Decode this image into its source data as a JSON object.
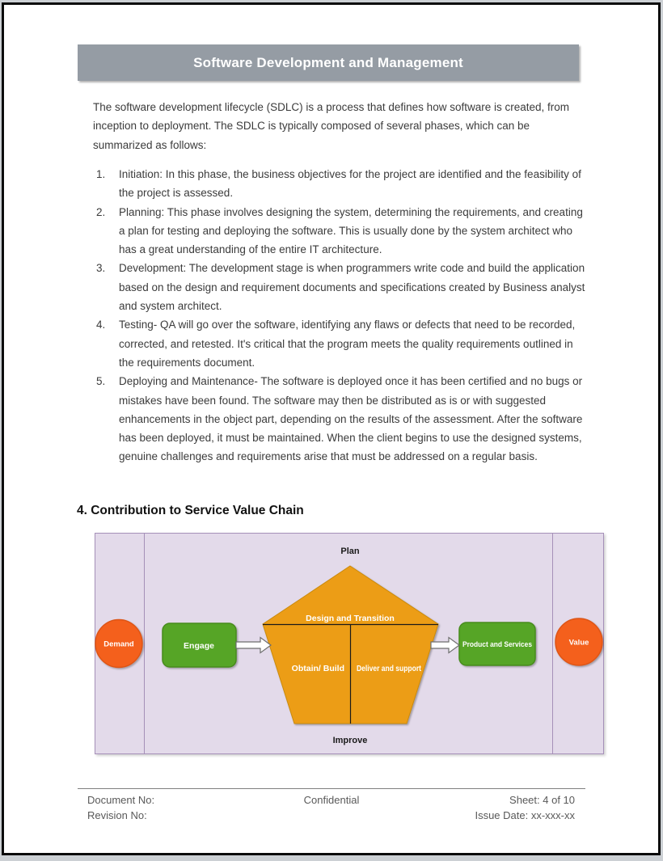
{
  "banner": {
    "title": "Software Development and Management",
    "bg": "#959CA4"
  },
  "intro": "The software development lifecycle (SDLC) is a process that defines how software is created, from inception to deployment. The SDLC is typically composed of several phases, which can be summarized as follows:",
  "list": [
    {
      "num": "1.",
      "text": "Initiation: In this phase, the business objectives for the project are identified and the feasibility of the project is assessed."
    },
    {
      "num": "2.",
      "text": "Planning: This phase involves designing the system, determining the requirements, and creating a plan for testing and deploying the software. This is usually done by the system architect who has a great understanding of the entire IT architecture."
    },
    {
      "num": "3.",
      "text": "Development: The development stage is when programmers write code and build the application based on the design and requirement documents and specifications created by Business analyst and system architect."
    },
    {
      "num": "4.",
      "text": "Testing- QA will go over the software, identifying any flaws or defects that need to be recorded, corrected, and retested. It's critical that the program meets the quality requirements outlined in the requirements document."
    },
    {
      "num": "5.",
      "text": "Deploying and Maintenance- The software is deployed once it has been certified and no bugs or mistakes have been found. The software may then be distributed as is or with suggested enhancements in the object part, depending on the results of the assessment. After the software has been deployed, it must be maintained. When the client begins to use the designed systems, genuine challenges and requirements arise that must be addressed on a regular basis."
    }
  ],
  "section_heading": "4. Contribution to Service Value Chain",
  "diagram": {
    "plan_label": "Plan",
    "improve_label": "Improve",
    "demand_label": "Demand",
    "value_label": "Value",
    "engage_label": "Engage",
    "products_label": "Product and Services",
    "design_label": "Design and Transition",
    "obtain_label": "Obtain/ Build",
    "deliver_label": "Deliver and support",
    "colors": {
      "background": "#E3DAEA",
      "border": "#A590B8",
      "pentagon": "#EC9D13",
      "pentagon_stroke": "#C98A10",
      "green_box": "#57A527",
      "green_box_stroke": "#478B1D",
      "orange_circle": "#F4611B",
      "orange_circle_stroke": "#DD5417",
      "arrow_fill": "#FFFFFF",
      "arrow_stroke": "#6E6E6E",
      "line": "#1A1A1A"
    }
  },
  "footer": {
    "document_no": "Document No:",
    "revision_no": "Revision No:",
    "confidential": "Confidential",
    "sheet": "Sheet: 4 of 10",
    "issue_date": "Issue Date: xx-xxx-xx"
  }
}
